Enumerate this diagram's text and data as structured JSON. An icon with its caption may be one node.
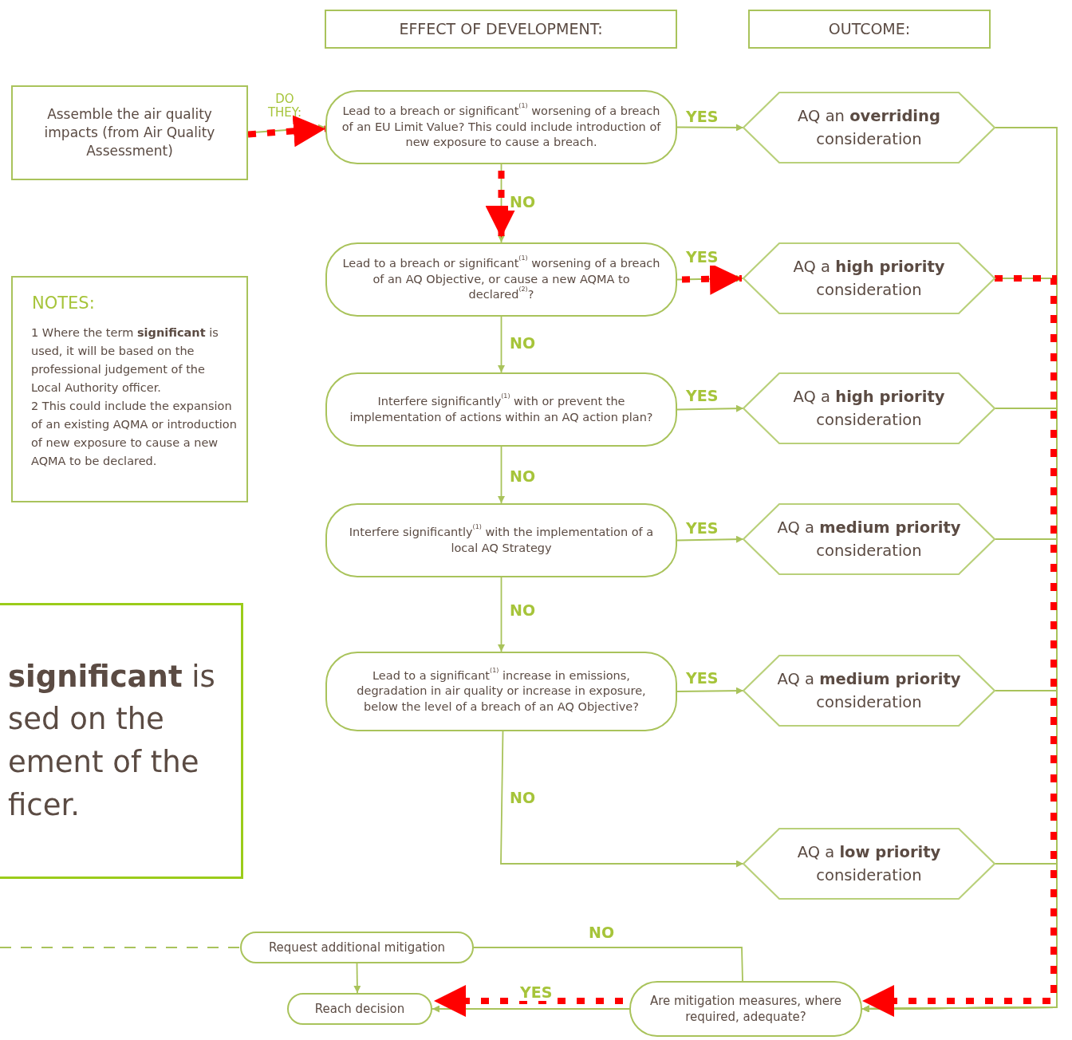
{
  "diagram": {
    "nodes": [
      {
        "text": [
          "EFFECT OF DEVELOPMENT:"
        ]
      },
      {
        "text": [
          "OUTCOME:"
        ]
      },
      {
        "text": [
          "Assemble the air quality impacts (from Air Quality Assessment)"
        ]
      },
      {
        "text": [
          "Lead to a breach or significant$^{(1)}$ worsening of a breach of an EU Limit Value? This could include introduction of new exposure to cause a breach."
        ]
      },
      {
        "text": [
          "Lead to a breach or significant$^{(1)}$ worsening of a breach of an AQ Objective, or cause a new AQMA to declared$^{(2)}$?"
        ]
      },
      {
        "text": [
          "Interfere significantly$^{(1)}$ with or prevent the implementation of actions within an AQ action plan?"
        ]
      },
      {
        "text": [
          "Interfere significantly$^{(1)}$ with the implementation of a local AQ Strategy"
        ]
      },
      {
        "text": [
          "Lead to a significant$^{(1)}$ increase in emissions, degradation in air quality or increase in exposure, below the level of a breach of an AQ Objective?"
        ]
      },
      {
        "text": [
          "AQ an **overriding** consideration"
        ]
      },
      {
        "text": [
          "AQ a **high priority** consideration"
        ]
      },
      {
        "text": [
          "AQ a **high priority** consideration"
        ]
      },
      {
        "text": [
          "AQ a **medium priority** consideration"
        ]
      },
      {
        "text": [
          "AQ a **medium priority** consideration"
        ]
      },
      {
        "text": [
          "AQ a **low priority** consideration"
        ]
      },
      {
        "text": [
          "NOTES:",
          "1 Where the term **significant** is used, it will be based on the professional judgement of the Local Authority officer.",
          "2 This could include the expansion of an existing AQMA or introduction of new exposure to cause a new AQMA to be declared."
        ]
      },
      {
        "text": [
          "**significant** is sed on the ement of the ficer."
        ]
      },
      {
        "text": [
          "Request additional mitigation"
        ]
      },
      {
        "text": [
          "Reach decision"
        ]
      },
      {
        "text": [
          "Are mitigation measures, where required, adequate?"
        ]
      }
    ],
    "edges": [
      {
        "from": 2,
        "to": 3,
        "arrow": "to",
        "label": "DO THEY:"
      },
      {
        "from": 3,
        "to": 8,
        "arrow": "to",
        "label": "YES"
      },
      {
        "from": 3,
        "to": 4,
        "arrow": "to",
        "label": "NO"
      },
      {
        "from": 4,
        "to": 9,
        "arrow": "to",
        "label": "YES"
      },
      {
        "from": 4,
        "to": 5,
        "arrow": "to",
        "label": "NO"
      },
      {
        "from": 5,
        "to": 10,
        "arrow": "to",
        "label": "YES"
      },
      {
        "from": 5,
        "to": 6,
        "arrow": "to",
        "label": "NO"
      },
      {
        "from": 6,
        "to": 11,
        "arrow": "to",
        "label": "YES"
      },
      {
        "from": 6,
        "to": 7,
        "arrow": "to",
        "label": "NO"
      },
      {
        "from": 7,
        "to": 12,
        "arrow": "to",
        "label": "YES"
      },
      {
        "from": 7,
        "to": 13,
        "arrow": "to",
        "label": "NO"
      },
      {
        "from": 8,
        "to": 18,
        "arrow": "to"
      },
      {
        "from": 9,
        "to": 18,
        "arrow": "to"
      },
      {
        "from": 10,
        "to": 18,
        "arrow": "to"
      },
      {
        "from": 11,
        "to": 18,
        "arrow": "to"
      },
      {
        "from": 12,
        "to": 18,
        "arrow": "to"
      },
      {
        "from": 13,
        "to": 18,
        "arrow": "to"
      },
      {
        "from": 18,
        "to": 16,
        "arrow": "none",
        "label": "NO"
      },
      {
        "from": 16,
        "to": 17,
        "arrow": "to"
      },
      {
        "from": 18,
        "to": 17,
        "arrow": "to",
        "label": "YES"
      },
      {
        "from": null,
        "to": 16,
        "arrow": "none",
        "style": "dashed"
      },
      {
        "from": 2,
        "to": 3,
        "arrow": "to",
        "style": "dashed",
        "color": "#ff0000"
      },
      {
        "from": 3,
        "to": 4,
        "arrow": "to",
        "style": "dashed",
        "color": "#ff0000"
      },
      {
        "from": 4,
        "to": 9,
        "arrow": "to",
        "style": "dashed",
        "color": "#ff0000"
      },
      {
        "from": 9,
        "to": 18,
        "arrow": "to",
        "style": "dashed",
        "color": "#ff0000"
      },
      {
        "from": 18,
        "to": 17,
        "arrow": "to",
        "style": "dashed",
        "color": "#ff0000"
      }
    ]
  }
}
